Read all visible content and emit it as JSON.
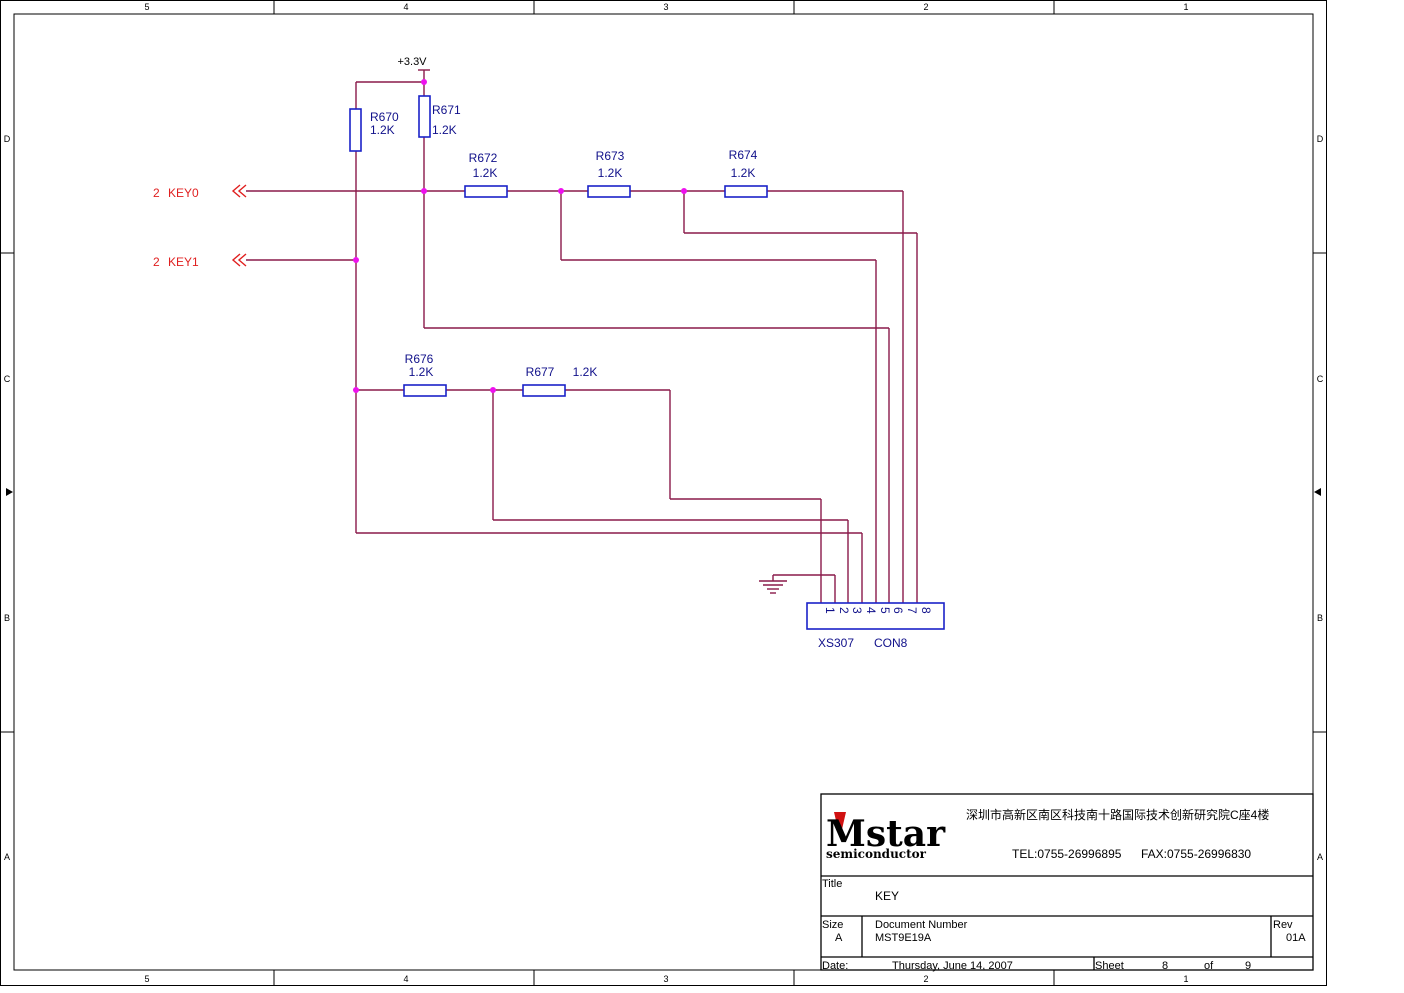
{
  "border": {
    "column_labels": [
      "5",
      "4",
      "3",
      "2",
      "1"
    ],
    "row_labels": [
      "D",
      "C",
      "B",
      "A"
    ]
  },
  "power": {
    "label": "+3.3V"
  },
  "nets": [
    {
      "number": "2",
      "name": "KEY0"
    },
    {
      "number": "2",
      "name": "KEY1"
    }
  ],
  "resistors": [
    {
      "ref": "R670",
      "value": "1.2K"
    },
    {
      "ref": "R671",
      "value": "1.2K"
    },
    {
      "ref": "R672",
      "value": "1.2K"
    },
    {
      "ref": "R673",
      "value": "1.2K"
    },
    {
      "ref": "R674",
      "value": "1.2K"
    },
    {
      "ref": "R676",
      "value": "1.2K"
    },
    {
      "ref": "R677",
      "value": "1.2K"
    }
  ],
  "connector": {
    "ref": "XS307",
    "type": "CON8",
    "pins": [
      "1",
      "2",
      "3",
      "4",
      "5",
      "6",
      "7",
      "8"
    ]
  },
  "title_block": {
    "logo_main": "Mstar",
    "logo_sub": "semiconductor",
    "address": "深圳市高新区南区科技南十路国际技术创新研究院C座4楼",
    "tel": "TEL:0755-26996895",
    "fax": "FAX:0755-26996830",
    "title_label": "Title",
    "title": "KEY",
    "size_label": "Size",
    "size": "A",
    "docnum_label": "Document Number",
    "docnum": "MST9E19A",
    "rev_label": "Rev",
    "rev": "01A",
    "date_label": "Date:",
    "date": "Thursday, June 14, 2007",
    "sheet_label": "Sheet",
    "sheet": "8",
    "of_label": "of",
    "total": "9"
  }
}
